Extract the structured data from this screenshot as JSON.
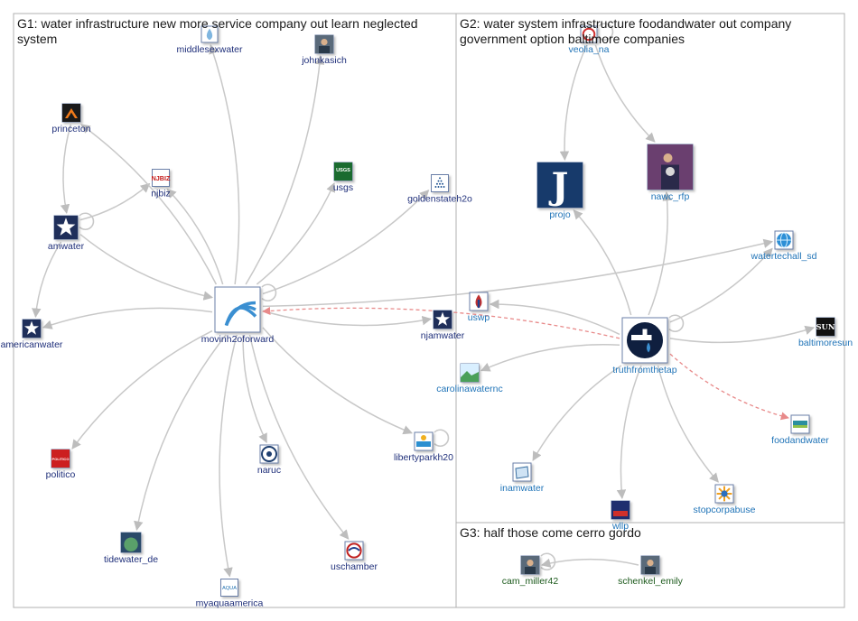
{
  "colors": {
    "group1_label": "#1f2f7a",
    "group2_label": "#1f73b7",
    "group3_label": "#1c5a1c",
    "edge": "#c8c8c8",
    "edge_highlight": "#e88a8a",
    "panel_border": "#b0b0b0"
  },
  "groups": [
    {
      "id": "g1",
      "title": "G1: water infrastructure new more service company out learn neglected",
      "title_line2": "system"
    },
    {
      "id": "g2",
      "title": "G2: water system infrastructure foodandwater out company",
      "title_line2": "government option baltimore companies"
    },
    {
      "id": "g3",
      "title": "G3: half those come cerro gordo",
      "title_line2": ""
    }
  ],
  "nodes": [
    {
      "id": "middlesexwater",
      "label": "middlesexwater",
      "group": "g1",
      "icon": "water-drop-logo-icon"
    },
    {
      "id": "johnkasich",
      "label": "johnkasich",
      "group": "g1",
      "icon": "person-photo-icon"
    },
    {
      "id": "princeton",
      "label": "princeton",
      "group": "g1",
      "icon": "orange-chevron-logo-icon"
    },
    {
      "id": "njbiz",
      "label": "njbiz",
      "group": "g1",
      "icon": "njbiz-logo-icon"
    },
    {
      "id": "usgs",
      "label": "usgs",
      "group": "g1",
      "icon": "usgs-logo-icon"
    },
    {
      "id": "goldenstateh2o",
      "label": "goldenstateh2o",
      "group": "g1",
      "icon": "triangle-dots-logo-icon"
    },
    {
      "id": "amwater",
      "label": "amwater",
      "group": "g1",
      "icon": "star-logo-icon"
    },
    {
      "id": "americanwater",
      "label": "americanwater",
      "group": "g1",
      "icon": "star-logo-icon"
    },
    {
      "id": "movinh2oforward",
      "label": "movinh2oforward",
      "group": "g1",
      "icon": "water-wave-logo-icon"
    },
    {
      "id": "njamwater",
      "label": "njamwater",
      "group": "g1",
      "icon": "star-logo-icon"
    },
    {
      "id": "politico",
      "label": "politico",
      "group": "g1",
      "icon": "politico-logo-icon"
    },
    {
      "id": "naruc",
      "label": "naruc",
      "group": "g1",
      "icon": "seal-logo-icon"
    },
    {
      "id": "libertyparkh20",
      "label": "libertyparkh20",
      "group": "g1",
      "icon": "liberty-logo-icon"
    },
    {
      "id": "tidewater_de",
      "label": "tidewater_de",
      "group": "g1",
      "icon": "globe-photo-icon"
    },
    {
      "id": "uschamber",
      "label": "uschamber",
      "group": "g1",
      "icon": "chamber-logo-icon"
    },
    {
      "id": "myaquaamerica",
      "label": "myaquaamerica",
      "group": "g1",
      "icon": "aqua-logo-icon"
    },
    {
      "id": "veolia_na",
      "label": "veolia_na",
      "group": "g2",
      "icon": "veolia-logo-icon"
    },
    {
      "id": "projo",
      "label": "projo",
      "group": "g2",
      "icon": "letter-j-logo-icon"
    },
    {
      "id": "nawc_rfp",
      "label": "nawc_rfp",
      "group": "g2",
      "icon": "podium-photo-icon"
    },
    {
      "id": "watertechall_sd",
      "label": "watertechall_sd",
      "group": "g2",
      "icon": "globe-logo-icon"
    },
    {
      "id": "uswp",
      "label": "uswp",
      "group": "g2",
      "icon": "flag-drop-logo-icon"
    },
    {
      "id": "baltimoresun",
      "label": "baltimoresun",
      "group": "g2",
      "icon": "sun-logo-icon"
    },
    {
      "id": "truthfromthetap",
      "label": "truthfromthetap",
      "group": "g2",
      "icon": "faucet-logo-icon"
    },
    {
      "id": "carolinawaternc",
      "label": "carolinawaternc",
      "group": "g2",
      "icon": "landscape-logo-icon"
    },
    {
      "id": "foodandwater",
      "label": "foodandwater",
      "group": "g2",
      "icon": "foodandwater-logo-icon"
    },
    {
      "id": "inamwater",
      "label": "inamwater",
      "group": "g2",
      "icon": "map-logo-icon"
    },
    {
      "id": "stopcorpabuse",
      "label": "stopcorpabuse",
      "group": "g2",
      "icon": "sunburst-logo-icon"
    },
    {
      "id": "wllp",
      "label": "wllp",
      "group": "g2",
      "icon": "tv-logo-icon"
    },
    {
      "id": "cam_miller42",
      "label": "cam_miller42",
      "group": "g3",
      "icon": "person-photo-icon"
    },
    {
      "id": "schenkel_emily",
      "label": "schenkel_emily",
      "group": "g3",
      "icon": "person-photo-icon"
    }
  ],
  "edges": [
    {
      "from": "amwater",
      "to": "njbiz"
    },
    {
      "from": "princeton",
      "to": "amwater"
    },
    {
      "from": "amwater",
      "to": "americanwater"
    },
    {
      "from": "amwater",
      "to": "movinh2oforward"
    },
    {
      "from": "amwater",
      "to": "amwater",
      "self": true
    },
    {
      "from": "movinh2oforward",
      "to": "movinh2oforward",
      "self": true
    },
    {
      "from": "movinh2oforward",
      "to": "middlesexwater"
    },
    {
      "from": "movinh2oforward",
      "to": "johnkasich"
    },
    {
      "from": "movinh2oforward",
      "to": "princeton"
    },
    {
      "from": "movinh2oforward",
      "to": "njbiz"
    },
    {
      "from": "movinh2oforward",
      "to": "usgs"
    },
    {
      "from": "movinh2oforward",
      "to": "goldenstateh2o"
    },
    {
      "from": "movinh2oforward",
      "to": "americanwater"
    },
    {
      "from": "movinh2oforward",
      "to": "njamwater"
    },
    {
      "from": "movinh2oforward",
      "to": "politico"
    },
    {
      "from": "movinh2oforward",
      "to": "naruc"
    },
    {
      "from": "movinh2oforward",
      "to": "libertyparkh20"
    },
    {
      "from": "movinh2oforward",
      "to": "tidewater_de"
    },
    {
      "from": "movinh2oforward",
      "to": "uschamber"
    },
    {
      "from": "movinh2oforward",
      "to": "myaquaamerica"
    },
    {
      "from": "movinh2oforward",
      "to": "watertechall_sd"
    },
    {
      "from": "libertyparkh20",
      "to": "libertyparkh20",
      "self": true
    },
    {
      "from": "truthfromthetap",
      "to": "movinh2oforward",
      "highlight": true
    },
    {
      "from": "truthfromthetap",
      "to": "truthfromthetap",
      "self": true
    },
    {
      "from": "veolia_na",
      "to": "projo"
    },
    {
      "from": "veolia_na",
      "to": "nawc_rfp"
    },
    {
      "from": "veolia_na",
      "to": "veolia_na",
      "self": true
    },
    {
      "from": "truthfromthetap",
      "to": "projo"
    },
    {
      "from": "truthfromthetap",
      "to": "nawc_rfp"
    },
    {
      "from": "truthfromthetap",
      "to": "watertechall_sd"
    },
    {
      "from": "truthfromthetap",
      "to": "uswp"
    },
    {
      "from": "truthfromthetap",
      "to": "baltimoresun"
    },
    {
      "from": "truthfromthetap",
      "to": "carolinawaternc"
    },
    {
      "from": "truthfromthetap",
      "to": "foodandwater",
      "highlight": true
    },
    {
      "from": "truthfromthetap",
      "to": "inamwater"
    },
    {
      "from": "truthfromthetap",
      "to": "stopcorpabuse"
    },
    {
      "from": "truthfromthetap",
      "to": "wllp"
    },
    {
      "from": "cam_miller42",
      "to": "cam_miller42",
      "self": true
    },
    {
      "from": "schenkel_emily",
      "to": "cam_miller42"
    }
  ]
}
